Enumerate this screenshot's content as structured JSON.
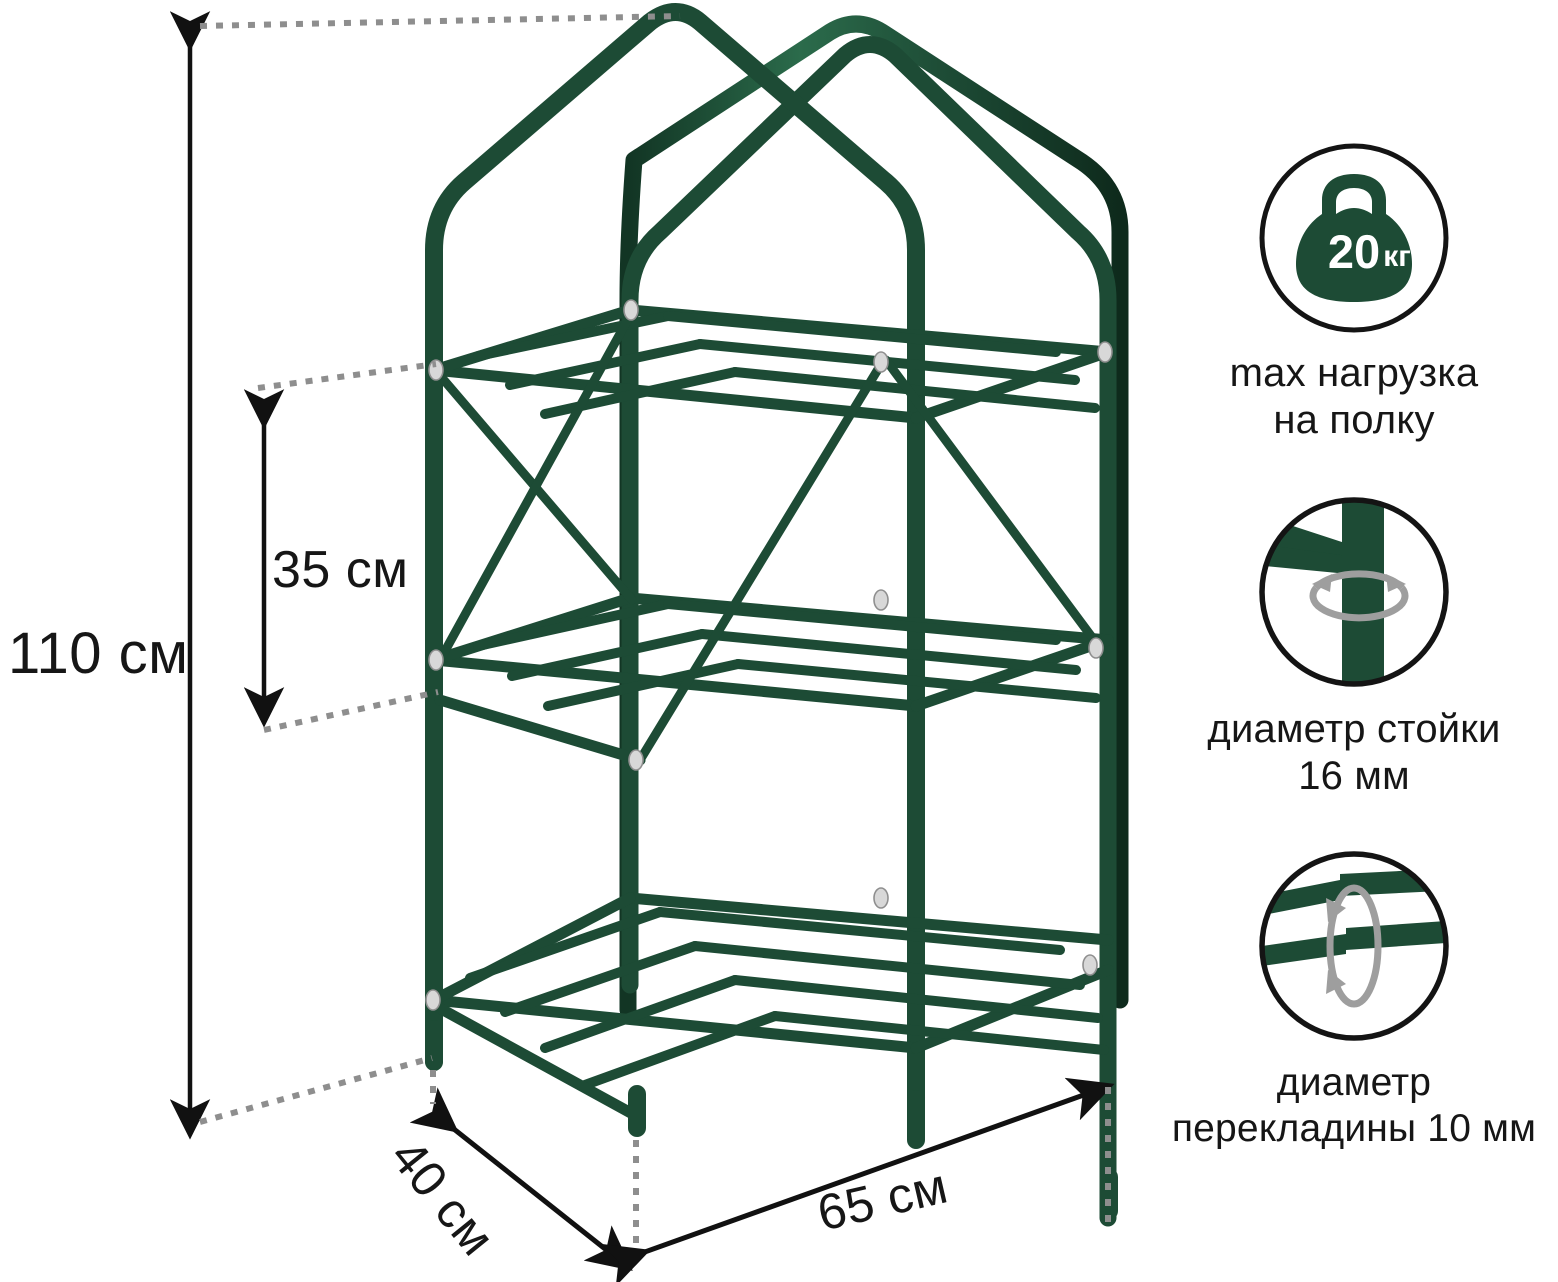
{
  "product": {
    "type": "greenhouse-shelf-rack",
    "frame_color": "#1d4b35",
    "dimension_line_color": "#111111",
    "leader_line_color": "#8a8a8a",
    "shelves": 3,
    "bars_per_shelf": 4
  },
  "dimensions": {
    "height": "110 см",
    "shelf_gap": "35 см",
    "depth": "40 см",
    "width": "65 см"
  },
  "info": {
    "load": {
      "icon": "kettlebell-icon",
      "badge": "20",
      "badge_unit": "кг",
      "caption_line1": "max нагрузка",
      "caption_line2": "на полку"
    },
    "post": {
      "icon": "post-diameter-icon",
      "caption_line1": "диаметр стойки",
      "caption_line2": "16 мм"
    },
    "rod": {
      "icon": "rod-diameter-icon",
      "caption_line1": "диаметр",
      "caption_line2": "перекладины 10 мм"
    }
  }
}
